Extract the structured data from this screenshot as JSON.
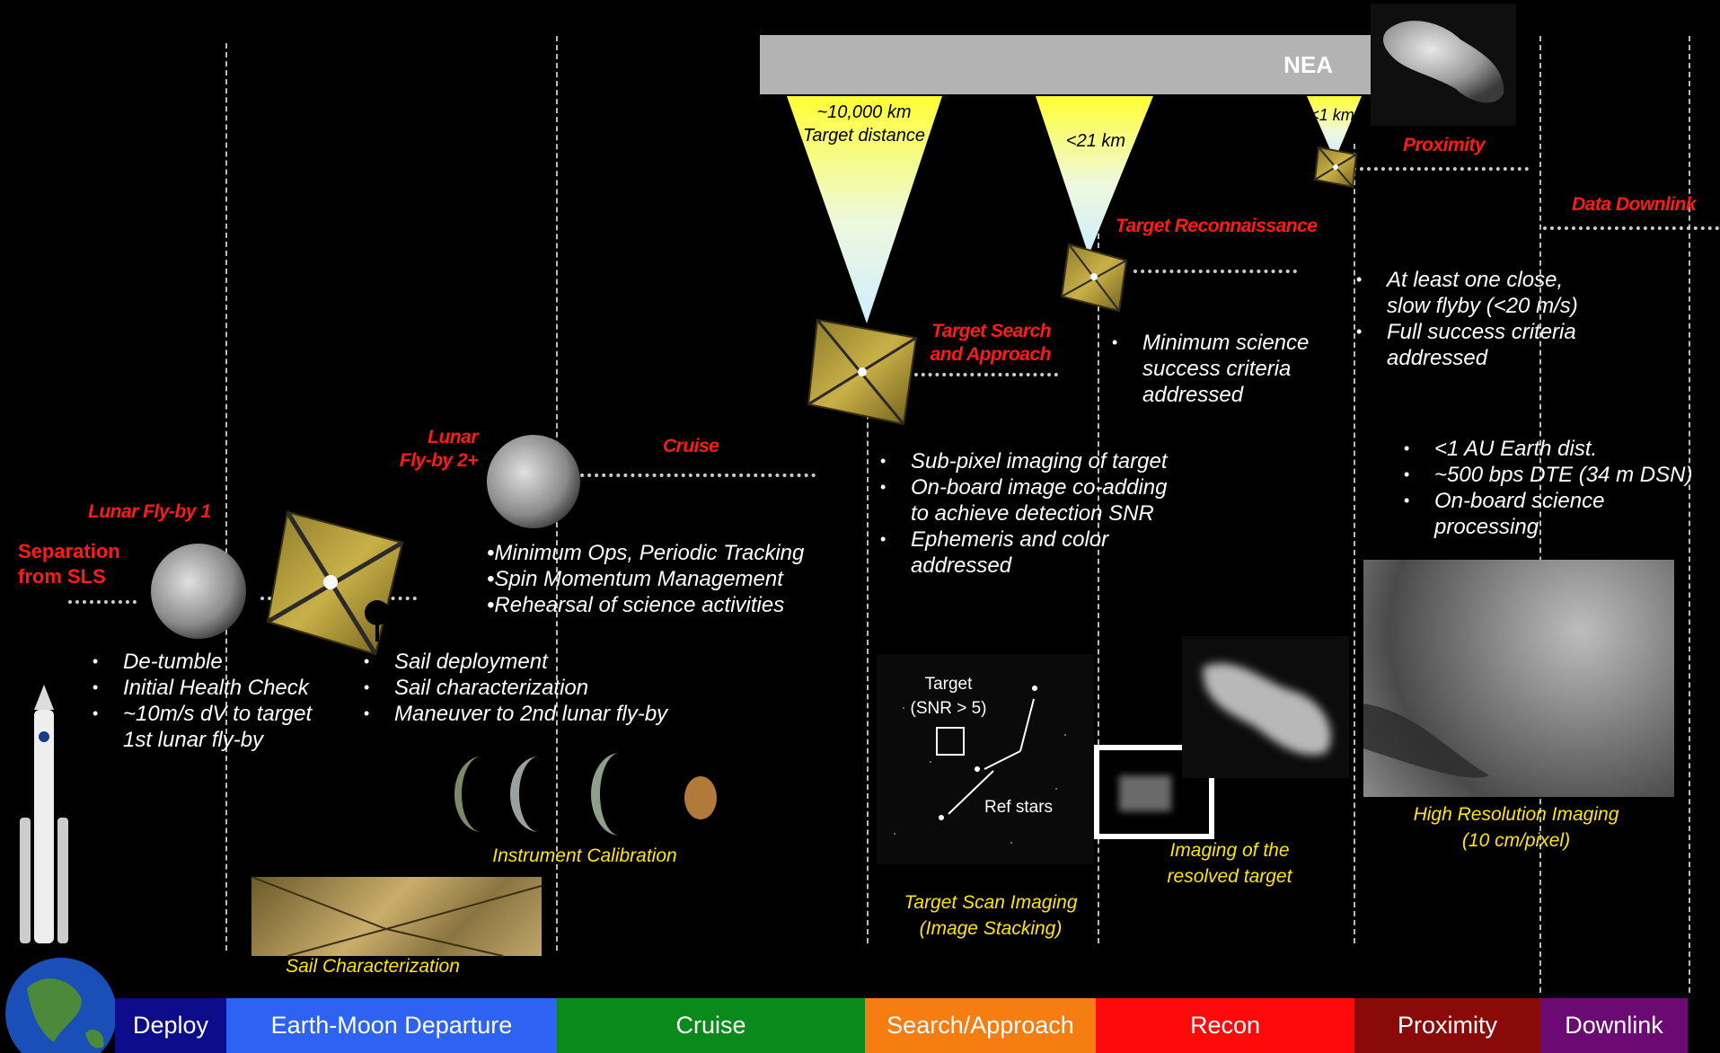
{
  "nea_bar": {
    "label": "NEA"
  },
  "cones": [
    {
      "lines": [
        "~10,000 km",
        "Target distance"
      ]
    },
    {
      "lines": [
        "<21 km"
      ]
    },
    {
      "lines": [
        "<1 km"
      ]
    }
  ],
  "event_labels": {
    "separation": [
      "Separation",
      "from SLS"
    ],
    "lunar_flyby_1": "Lunar Fly-by 1",
    "lunar_flyby_2": [
      "Lunar",
      "Fly-by 2+"
    ],
    "cruise": "Cruise",
    "target_search": [
      "Target Search",
      "and Approach"
    ],
    "target_recon": "Target Reconnaissance",
    "proximity": "Proximity",
    "data_downlink": "Data Downlink"
  },
  "bullets": {
    "deploy": [
      "De-tumble",
      "Initial Health Check",
      "~10m/s dV to target",
      "1st lunar fly-by"
    ],
    "departure": [
      "Sail deployment",
      "Sail characterization",
      "Maneuver to 2nd lunar fly-by"
    ],
    "cruise": [
      "•Minimum Ops, Periodic Tracking",
      "•Spin Momentum Management",
      "•Rehearsal of science activities"
    ],
    "search": [
      "Sub-pixel imaging of target",
      "On-board image co-adding",
      "to achieve detection SNR",
      "Ephemeris and color",
      "addressed"
    ],
    "recon": [
      "Minimum science",
      "success criteria",
      "addressed"
    ],
    "proximity": [
      "At least one close,",
      "slow flyby (<20 m/s)",
      "Full success criteria",
      "addressed"
    ],
    "downlink": [
      "<1 AU Earth dist.",
      "~500 bps DTE (34 m DSN)",
      "On-board science",
      "processing"
    ]
  },
  "captions": {
    "sail": "Sail Characterization",
    "instrument": "Instrument Calibration",
    "target_scan": [
      "Target Scan Imaging",
      "(Image Stacking)"
    ],
    "resolved": [
      "Imaging of the",
      "resolved target"
    ],
    "high_res": [
      "High Resolution Imaging",
      "(10 cm/pixel)"
    ]
  },
  "star_field": {
    "target_label": [
      "Target",
      "(SNR > 5)"
    ],
    "ref_label": "Ref stars"
  },
  "phases": [
    {
      "label": "Deploy",
      "color": "#0d0d8c"
    },
    {
      "label": "Earth-Moon Departure",
      "color": "#2e62f2"
    },
    {
      "label": "Cruise",
      "color": "#0a8a1a"
    },
    {
      "label": "Search/Approach",
      "color": "#f57d11"
    },
    {
      "label": "Recon",
      "color": "#ff0a0a"
    },
    {
      "label": "Proximity",
      "color": "#8a0a0a"
    },
    {
      "label": "Downlink",
      "color": "#6a0a72"
    }
  ]
}
